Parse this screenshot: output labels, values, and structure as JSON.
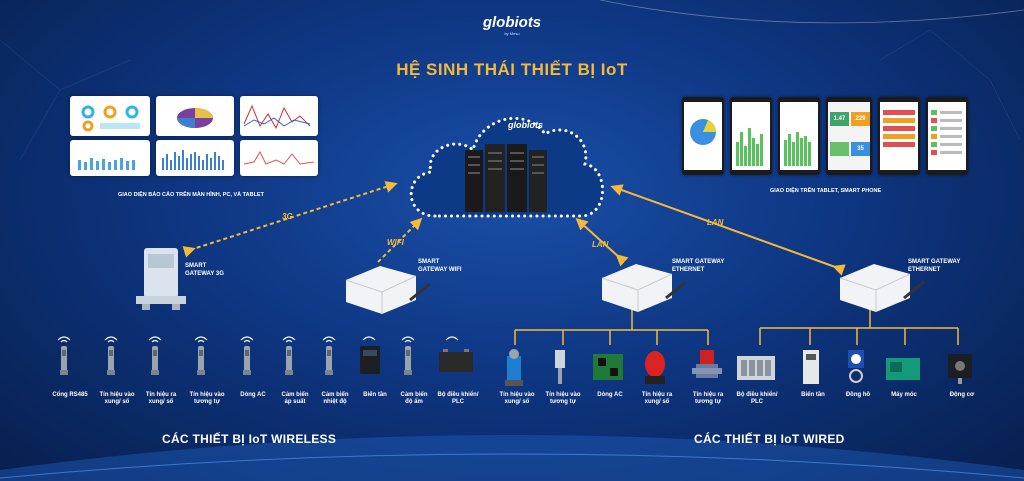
{
  "brand": {
    "name": "globiots",
    "sub": "by Meso"
  },
  "title": "HỆ SINH THÁI THIẾT BỊ IoT",
  "cloud_logo": "globiots",
  "captions": {
    "dashboard": "GIAO DIỆN BÁO CÁO TRÊN MÀN HÌNH, PC, VÀ TABLET",
    "mobile": "GIAO DIỆN TRÊN TABLET, SMART PHONE"
  },
  "protocols": {
    "g3": "3G",
    "wifi": "WIFI",
    "lan1": "LAN",
    "lan2": "LAN"
  },
  "gateways": {
    "g3": [
      "SMART",
      "GATEWAY 3G"
    ],
    "wifi": [
      "SMART",
      "GATEWAY WIFI"
    ],
    "eth1": [
      "SMART GATEWAY",
      "ETHERNET"
    ],
    "eth2": [
      "SMART GATEWAY",
      "ETHERNET"
    ]
  },
  "wireless_devices": [
    [
      "Cổng RS485"
    ],
    [
      "Tín hiệu vào",
      "xung/ số"
    ],
    [
      "Tín hiệu ra",
      "xung/ số"
    ],
    [
      "Tín hiệu vào",
      "tương tự"
    ],
    [
      "Dòng AC"
    ],
    [
      "Cảm biến",
      "áp suất"
    ],
    [
      "Cảm biến",
      "nhiệt độ"
    ],
    [
      "Biến tần"
    ],
    [
      "Cảm biến",
      "độ ẩm"
    ],
    [
      "Bộ điều khiển/",
      "PLC"
    ]
  ],
  "wired_devices": [
    [
      "Tín hiệu vào",
      "xung/ số"
    ],
    [
      "Tín hiệu vào",
      "tương tự"
    ],
    [
      "Dòng AC"
    ],
    [
      "Tín hiệu ra",
      "xung/ số"
    ],
    [
      "Tín hiệu ra",
      "tương tự"
    ],
    [
      "Bộ điều khiển/",
      "PLC"
    ],
    [
      "Biến tần"
    ],
    [
      "Đồng hồ"
    ],
    [
      "Máy móc"
    ],
    [
      "Động cơ"
    ]
  ],
  "sections": {
    "wireless": "CÁC THIẾT BỊ IoT WIRELESS",
    "wired": "CÁC THIẾT BỊ IoT WIRED"
  },
  "mobile_values": {
    "a": "1.47",
    "b": "229",
    "c": "35"
  },
  "colors": {
    "accent": "#f5b93a",
    "background": "#0e3682",
    "wire": "#f5b93a"
  }
}
